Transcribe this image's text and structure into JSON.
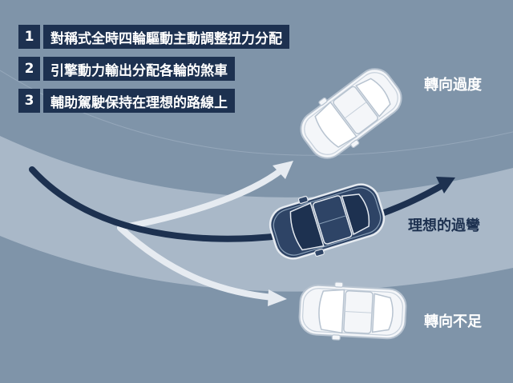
{
  "legend": [
    {
      "num": "1",
      "text": "對稱式全時四輪驅動主動調整扭力分配"
    },
    {
      "num": "2",
      "text": "引擎動力輸出分配各輪的煞車"
    },
    {
      "num": "3",
      "text": "輔助駕駛保持在理想的路線上"
    }
  ],
  "labels": {
    "oversteer": "轉向過度",
    "ideal": "理想的過彎",
    "understeer": "轉向不足"
  },
  "colors": {
    "background": "#7f94a9",
    "lane": "#a9b8c8",
    "navy": "#1d3150",
    "light_path": "#e6ebf1"
  },
  "icons": [
    "car-oversteer-icon",
    "car-ideal-icon",
    "car-understeer-icon"
  ]
}
